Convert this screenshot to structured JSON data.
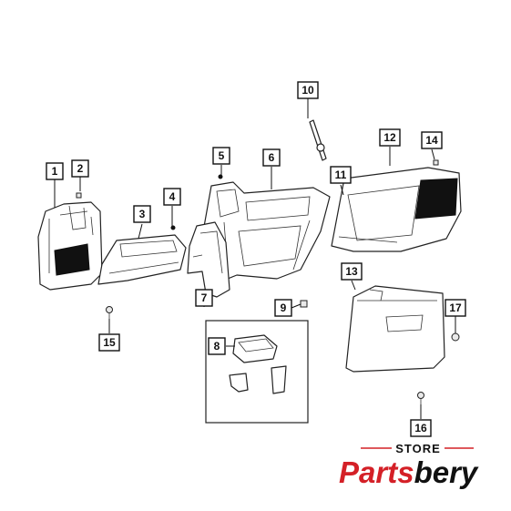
{
  "callouts": [
    {
      "id": "1",
      "label": "1"
    },
    {
      "id": "2",
      "label": "2"
    },
    {
      "id": "3",
      "label": "3"
    },
    {
      "id": "4",
      "label": "4"
    },
    {
      "id": "5",
      "label": "5"
    },
    {
      "id": "6",
      "label": "6"
    },
    {
      "id": "7",
      "label": "7"
    },
    {
      "id": "8",
      "label": "8"
    },
    {
      "id": "9",
      "label": "9"
    },
    {
      "id": "10",
      "label": "10"
    },
    {
      "id": "11",
      "label": "11"
    },
    {
      "id": "12",
      "label": "12"
    },
    {
      "id": "13",
      "label": "13"
    },
    {
      "id": "14",
      "label": "14"
    },
    {
      "id": "15",
      "label": "15"
    },
    {
      "id": "16",
      "label": "16"
    },
    {
      "id": "17",
      "label": "17"
    }
  ],
  "logo": {
    "top_text": "STORE",
    "parts_text": "Parts",
    "bery_text": "bery",
    "parts_color": "#d42027",
    "bery_color": "#111111"
  },
  "colors": {
    "line": "#222222",
    "accent": "#d42027"
  }
}
